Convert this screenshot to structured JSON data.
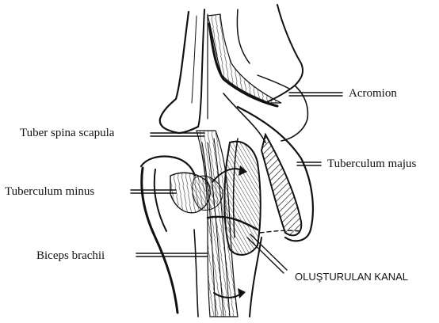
{
  "labels": {
    "acromion": "Acromion",
    "tuber_spina_scapula": "Tuber spina scapula",
    "tuberculum_majus": "Tuberculum majus",
    "tuberculum_minus": "Tuberculum minus",
    "biceps_brachii": "Biceps brachii",
    "olusturulan_kanal": "OLUŞTURULAN KANAL"
  }
}
